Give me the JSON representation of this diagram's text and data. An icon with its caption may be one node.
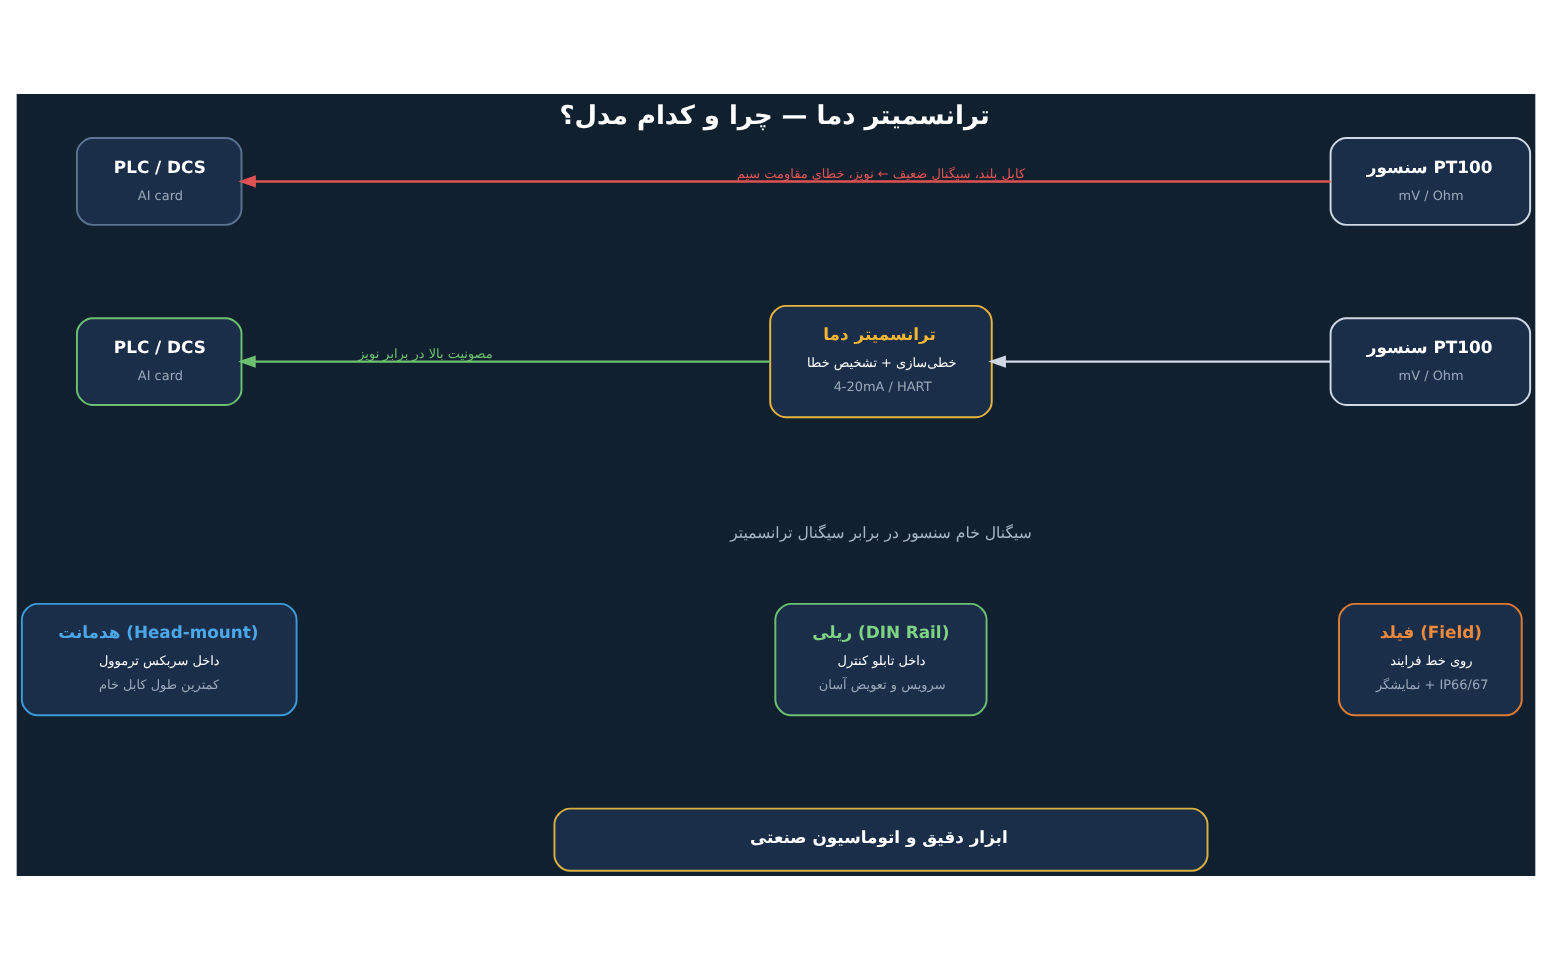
{
  "diagram": {
    "title": "ترانسمیتر دما — چرا و کدام مدل؟",
    "nodes": [
      {
        "text": [
          "PLC / DCS",
          "AI card"
        ]
      },
      {
        "text": [
          "سنسور PT100",
          "mV / Ohm"
        ]
      },
      {
        "text": [
          "PLC / DCS",
          "AI card"
        ]
      },
      {
        "text": [
          "ترانسمیتر دما",
          "خطی‌سازی + تشخیص خطا",
          "4-20mA / HART"
        ]
      },
      {
        "text": [
          "سنسور PT100",
          "mV / Ohm"
        ]
      },
      {
        "text": [
          "هدمانت (Head-mount)",
          "داخل سربکس ترموول",
          "کمترین طول کابل خام"
        ]
      },
      {
        "text": [
          "ریلی (DIN Rail)",
          "داخل تابلو کنترل",
          "سرویس و تعویض آسان"
        ]
      },
      {
        "text": [
          "فیلد (Field)",
          "روی خط فرایند",
          "نمایشگر + IP66/67"
        ]
      },
      {
        "text": [
          "ابزار دقیق و اتوماسیون صنعتی"
        ]
      }
    ],
    "edges": [
      {
        "from": 1,
        "to": 0,
        "arrow": "to",
        "label": "کابل بلند، سیگنال ضعیف ← نویز، خطای مقاومت سیم",
        "color": "#e05252"
      },
      {
        "from": 4,
        "to": 3,
        "arrow": "to",
        "color": "#cfd8e3"
      },
      {
        "from": 3,
        "to": 2,
        "arrow": "to",
        "label": "مصونیت بالا در برابر نویز",
        "color": "#6cc070"
      }
    ],
    "labels": [
      "سیگنال خام سنسور در برابر سیگنال ترانسمیتر"
    ]
  }
}
